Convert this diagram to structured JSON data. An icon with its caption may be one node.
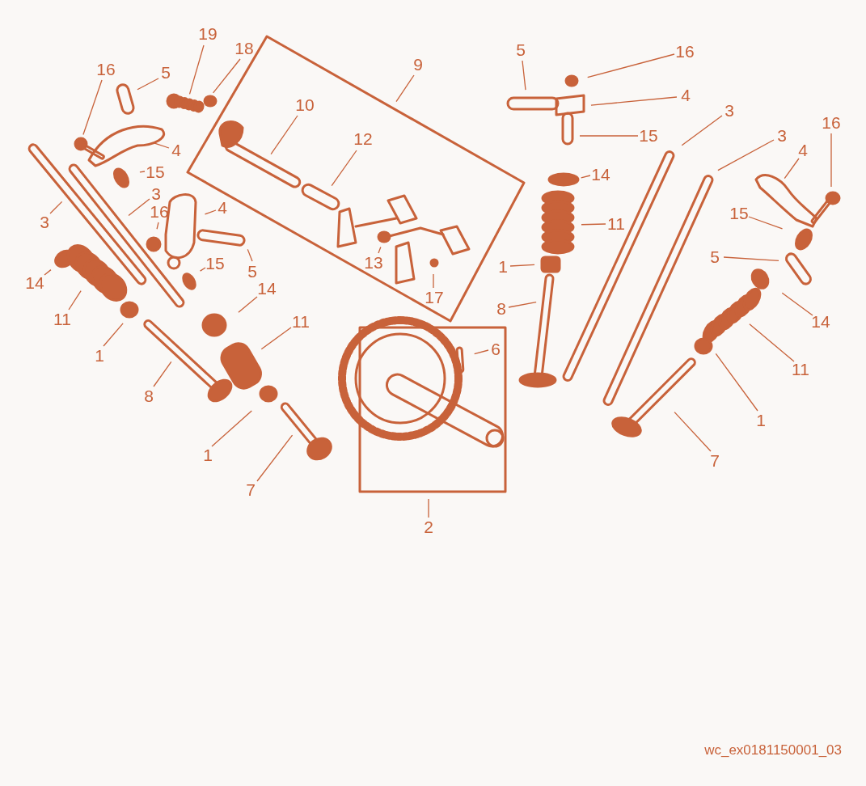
{
  "diagram": {
    "nodes": [
      {
        "text": [
          "19"
        ]
      },
      {
        "text": [
          "18"
        ]
      },
      {
        "text": [
          "9"
        ]
      },
      {
        "text": [
          "10"
        ]
      },
      {
        "text": [
          "12"
        ]
      },
      {
        "text": [
          "16"
        ]
      },
      {
        "text": [
          "5"
        ]
      },
      {
        "text": [
          "4"
        ]
      },
      {
        "text": [
          "15"
        ]
      },
      {
        "text": [
          "3"
        ]
      },
      {
        "text": [
          "3"
        ]
      },
      {
        "text": [
          "16"
        ]
      },
      {
        "text": [
          "4"
        ]
      },
      {
        "text": [
          "15"
        ]
      },
      {
        "text": [
          "5"
        ]
      },
      {
        "text": [
          "14"
        ]
      },
      {
        "text": [
          "11"
        ]
      },
      {
        "text": [
          "1"
        ]
      },
      {
        "text": [
          "8"
        ]
      },
      {
        "text": [
          "14"
        ]
      },
      {
        "text": [
          "11"
        ]
      },
      {
        "text": [
          "1"
        ]
      },
      {
        "text": [
          "7"
        ]
      },
      {
        "text": [
          "13"
        ]
      },
      {
        "text": [
          "17"
        ]
      },
      {
        "text": [
          "2"
        ]
      },
      {
        "text": [
          "6"
        ]
      },
      {
        "text": [
          "5"
        ]
      },
      {
        "text": [
          "16"
        ]
      },
      {
        "text": [
          "4"
        ]
      },
      {
        "text": [
          "15"
        ]
      },
      {
        "text": [
          "3"
        ]
      },
      {
        "text": [
          "3"
        ]
      },
      {
        "text": [
          "16"
        ]
      },
      {
        "text": [
          "4"
        ]
      },
      {
        "text": [
          "15"
        ]
      },
      {
        "text": [
          "5"
        ]
      },
      {
        "text": [
          "14"
        ]
      },
      {
        "text": [
          "11"
        ]
      },
      {
        "text": [
          "1"
        ]
      },
      {
        "text": [
          "8"
        ]
      },
      {
        "text": [
          "14"
        ]
      },
      {
        "text": [
          "11"
        ]
      },
      {
        "text": [
          "1"
        ]
      },
      {
        "text": [
          "7"
        ]
      }
    ],
    "edges": [
      {
        "from": 0,
        "to": null,
        "arrow": "none"
      },
      {
        "from": 1,
        "to": null,
        "arrow": "none"
      },
      {
        "from": 2,
        "to": null,
        "arrow": "none"
      },
      {
        "from": 3,
        "to": null,
        "arrow": "none"
      },
      {
        "from": 4,
        "to": null,
        "arrow": "none"
      },
      {
        "from": 5,
        "to": null,
        "arrow": "none"
      },
      {
        "from": 6,
        "to": null,
        "arrow": "none"
      },
      {
        "from": 7,
        "to": null,
        "arrow": "none"
      },
      {
        "from": 8,
        "to": null,
        "arrow": "none"
      },
      {
        "from": 9,
        "to": null,
        "arrow": "none"
      },
      {
        "from": 10,
        "to": null,
        "arrow": "none"
      },
      {
        "from": 11,
        "to": null,
        "arrow": "none"
      },
      {
        "from": 12,
        "to": null,
        "arrow": "none"
      },
      {
        "from": 13,
        "to": null,
        "arrow": "none"
      },
      {
        "from": 14,
        "to": null,
        "arrow": "none"
      },
      {
        "from": 15,
        "to": null,
        "arrow": "none"
      },
      {
        "from": 16,
        "to": null,
        "arrow": "none"
      },
      {
        "from": 17,
        "to": null,
        "arrow": "none"
      },
      {
        "from": 18,
        "to": null,
        "arrow": "none"
      },
      {
        "from": 19,
        "to": null,
        "arrow": "none"
      },
      {
        "from": 20,
        "to": null,
        "arrow": "none"
      },
      {
        "from": 21,
        "to": null,
        "arrow": "none"
      },
      {
        "from": 22,
        "to": null,
        "arrow": "none"
      },
      {
        "from": 23,
        "to": null,
        "arrow": "none"
      },
      {
        "from": 24,
        "to": null,
        "arrow": "none"
      },
      {
        "from": 25,
        "to": null,
        "arrow": "none"
      },
      {
        "from": 26,
        "to": null,
        "arrow": "none"
      },
      {
        "from": 27,
        "to": null,
        "arrow": "none"
      },
      {
        "from": 28,
        "to": null,
        "arrow": "none"
      },
      {
        "from": 29,
        "to": null,
        "arrow": "none"
      },
      {
        "from": 30,
        "to": null,
        "arrow": "none"
      },
      {
        "from": 31,
        "to": null,
        "arrow": "none"
      },
      {
        "from": 32,
        "to": null,
        "arrow": "none"
      },
      {
        "from": 33,
        "to": null,
        "arrow": "none"
      },
      {
        "from": 34,
        "to": null,
        "arrow": "none"
      },
      {
        "from": 35,
        "to": null,
        "arrow": "none"
      },
      {
        "from": 36,
        "to": null,
        "arrow": "none"
      },
      {
        "from": 37,
        "to": null,
        "arrow": "none"
      },
      {
        "from": 38,
        "to": null,
        "arrow": "none"
      },
      {
        "from": 39,
        "to": null,
        "arrow": "none"
      },
      {
        "from": 40,
        "to": null,
        "arrow": "none"
      },
      {
        "from": 41,
        "to": null,
        "arrow": "none"
      },
      {
        "from": 42,
        "to": null,
        "arrow": "none"
      },
      {
        "from": 43,
        "to": null,
        "arrow": "none"
      },
      {
        "from": 44,
        "to": null,
        "arrow": "none"
      }
    ],
    "labels": [
      "wc_ex0181150001_03"
    ]
  }
}
